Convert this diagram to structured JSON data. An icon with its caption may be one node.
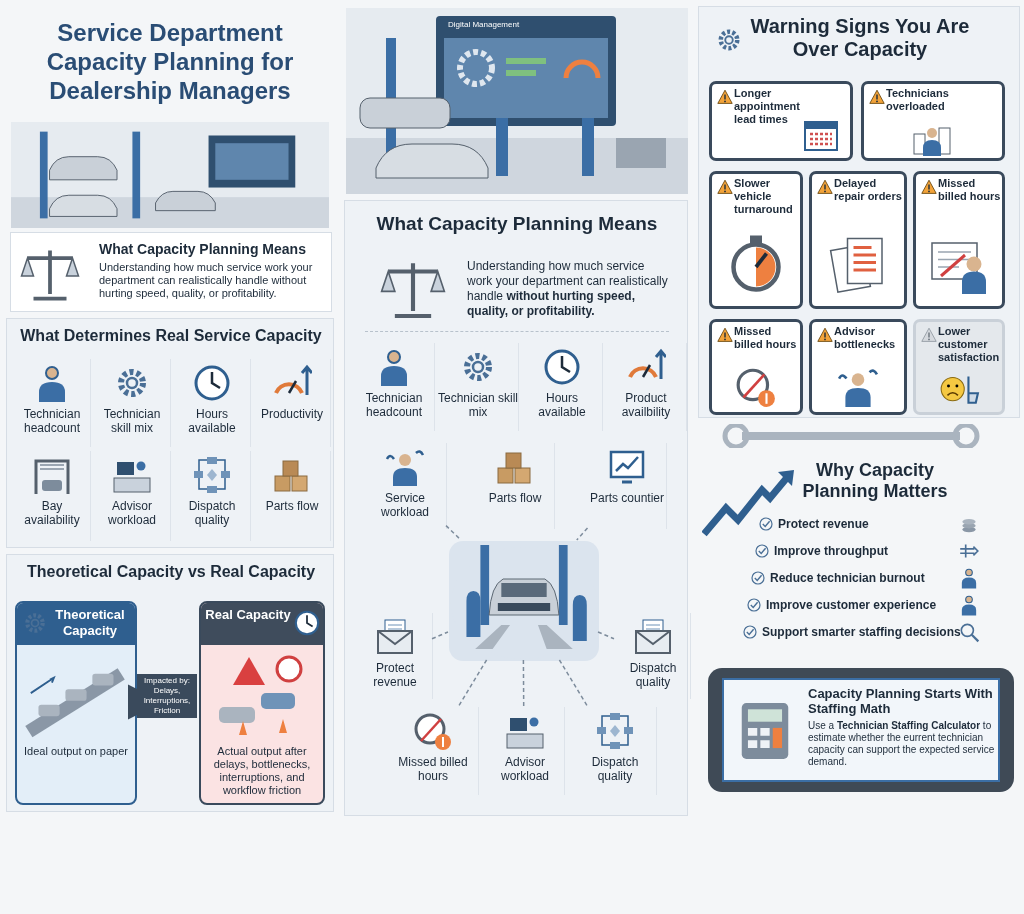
{
  "diagram": {
    "title": "Service Department Capacity Planning for Dealership Managers",
    "nodes": [
      {
        "text": [
          "What Capacity Planning Means",
          "Understanding how much service work your department can realistically handle without hurting speed, quality, or profitability."
        ]
      },
      {
        "text": [
          "What Determines Real Service Capacity"
        ]
      },
      {
        "text": [
          "Technician headcount"
        ],
        "in": 1
      },
      {
        "text": [
          "Technician skill mix"
        ],
        "in": 1
      },
      {
        "text": [
          "Hours available"
        ],
        "in": 1
      },
      {
        "text": [
          "Productivity"
        ],
        "in": 1
      },
      {
        "text": [
          "Bay availability"
        ],
        "in": 1
      },
      {
        "text": [
          "Advisor workload"
        ],
        "in": 1
      },
      {
        "text": [
          "Dispatch quality"
        ],
        "in": 1
      },
      {
        "text": [
          "Parts flow"
        ],
        "in": 1
      },
      {
        "text": [
          "Theoretical Capacity vs Real Capacity"
        ]
      },
      {
        "text": [
          "Theoretical Capacity",
          "Ideal output on paper"
        ],
        "in": 10
      },
      {
        "text": [
          "Real Capacity",
          "Actual output after delays, bottlenecks, interruptions, and workflow friction"
        ],
        "in": 10
      },
      {
        "text": [
          "What Capacity Planning Means",
          "Understanding how much service work your department can realistically handle **without hurting speed, quality, or profitability.**"
        ]
      },
      {
        "text": [
          "Technician headcount"
        ],
        "in": 13
      },
      {
        "text": [
          "Technician skill mix"
        ],
        "in": 13
      },
      {
        "text": [
          "Hours available"
        ],
        "in": 13
      },
      {
        "text": [
          "Product availbility"
        ],
        "in": 13
      },
      {
        "text": [
          "Service workload"
        ],
        "in": 13
      },
      {
        "text": [
          "Parts flow"
        ],
        "in": 13
      },
      {
        "text": [
          "Parts countier"
        ],
        "in": 13
      },
      {
        "text": [],
        "shape": "picture",
        "in": 13
      },
      {
        "text": [
          "Protect revenue"
        ],
        "in": 13
      },
      {
        "text": [
          "Dispatch quality"
        ],
        "in": 13
      },
      {
        "text": [
          "Missed billed hours"
        ],
        "in": 13
      },
      {
        "text": [
          "Advisor workload"
        ],
        "in": 13
      },
      {
        "text": [
          "Dispatch quality"
        ],
        "in": 13
      },
      {
        "text": [
          "Warning Signs You Are Over Capacity"
        ]
      },
      {
        "text": [
          "Longer appointment lead times"
        ],
        "in": 27
      },
      {
        "text": [
          "Technicians overloaded"
        ],
        "in": 27
      },
      {
        "text": [
          "Slower vehicle turnaround"
        ],
        "in": 27
      },
      {
        "text": [
          "Delayed repair orders"
        ],
        "in": 27
      },
      {
        "text": [
          "Missed billed hours"
        ],
        "in": 27
      },
      {
        "text": [
          "Missed billed hours"
        ],
        "in": 27
      },
      {
        "text": [
          "Advisor bottlenecks"
        ],
        "in": 27
      },
      {
        "text": [
          "Lower customer satisfaction"
        ],
        "in": 27
      },
      {
        "text": [
          "Why Capacity Planning Matters",
          "Protect revenue",
          "Improve throughput",
          "Reduce technician burnout",
          "Improve customer experience",
          "Support smarter staffing decisions"
        ]
      },
      {
        "text": [
          "Capacity Planning Starts With Staffing Math",
          "Use a **Technician Staffing Calculator** to estimate whether the eurrent technician capacity can support the expected service demand."
        ]
      }
    ],
    "edges": [
      {
        "from": 11,
        "to": 12,
        "arrow": "to",
        "label": "Impacted by: Delays, Interruptions, Friction",
        "style": "thick",
        "color": "#3a4a5c"
      },
      {
        "from": 18,
        "to": 21,
        "arrow": "none",
        "style": "dashed"
      },
      {
        "from": 20,
        "to": 21,
        "arrow": "none",
        "style": "dashed"
      },
      {
        "from": 22,
        "to": 21,
        "arrow": "none",
        "style": "dashed"
      },
      {
        "from": 21,
        "to": 23,
        "arrow": "none",
        "style": "dashed"
      },
      {
        "from": 21,
        "to": 24,
        "arrow": "none",
        "style": "dashed"
      },
      {
        "from": 21,
        "to": 25,
        "arrow": "none",
        "style": "dashed"
      },
      {
        "from": 21,
        "to": 26,
        "arrow": "none",
        "style": "dashed"
      }
    ],
    "labels": [
      "Digital Management"
    ]
  }
}
